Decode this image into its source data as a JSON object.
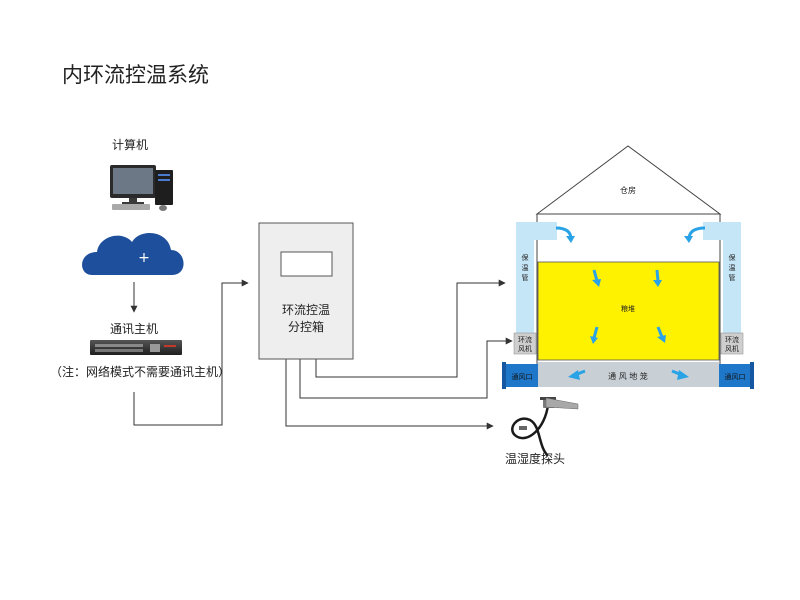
{
  "title": "内环流控温系统",
  "computer_label": "计算机",
  "cloud_symbol": "+",
  "host_label": "通讯主机",
  "host_note": "（注：网络模式不需要通讯主机）",
  "control_box": {
    "line1": "环流控温",
    "line2": "分控箱"
  },
  "probe_label": "温湿度探头",
  "warehouse": {
    "roof_label": "仓房",
    "grain_label": "粮堆",
    "pipe_left": [
      "保",
      "温",
      "管"
    ],
    "pipe_right": [
      "保",
      "温",
      "管"
    ],
    "fan_left": [
      "环流",
      "风机"
    ],
    "fan_right": [
      "环流",
      "风机"
    ],
    "vent_left": "通风口",
    "vent_right": "通风口",
    "floor_label": "通 风 地 笼"
  },
  "colors": {
    "grain": "#fff200",
    "pipe": "#c5e6f7",
    "floor": "#c8d0d6",
    "vent": "#1f77c9",
    "arrow": "#29a3e6",
    "cloud": "#1d4f9c",
    "line": "#333333"
  }
}
